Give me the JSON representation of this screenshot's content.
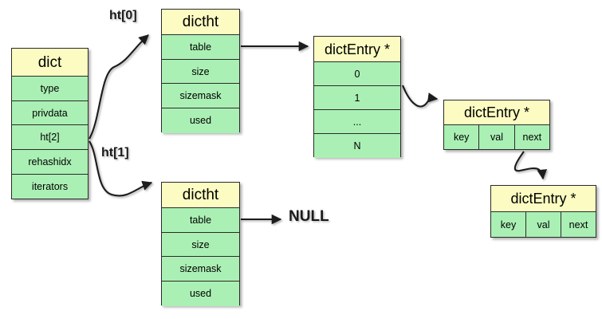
{
  "diagram": {
    "title": "Redis dict structure diagram",
    "colors": {
      "header_fill": "#fbfbc2",
      "row_fill": "#aaf0b4",
      "border": "#2b2b2b",
      "background": "#ffffff",
      "edge": "#1a1a1a"
    }
  },
  "dict": {
    "header": "dict",
    "fields": [
      "type",
      "privdata",
      "ht[2]",
      "rehashidx",
      "iterators"
    ]
  },
  "dictht0": {
    "header": "dictht",
    "fields": [
      "table",
      "size",
      "sizemask",
      "used"
    ]
  },
  "dictht1": {
    "header": "dictht",
    "fields": [
      "table",
      "size",
      "sizemask",
      "used"
    ]
  },
  "entry_array": {
    "header": "dictEntry *",
    "slots": [
      "0",
      "1",
      "...",
      "N"
    ]
  },
  "entry_node_1": {
    "header": "dictEntry *",
    "cells": [
      "key",
      "val",
      "next"
    ]
  },
  "entry_node_2": {
    "header": "dictEntry *",
    "cells": [
      "key",
      "val",
      "next"
    ]
  },
  "edges": {
    "ht0_label": "ht[0]",
    "ht1_label": "ht[1]",
    "null_label": "NULL"
  }
}
